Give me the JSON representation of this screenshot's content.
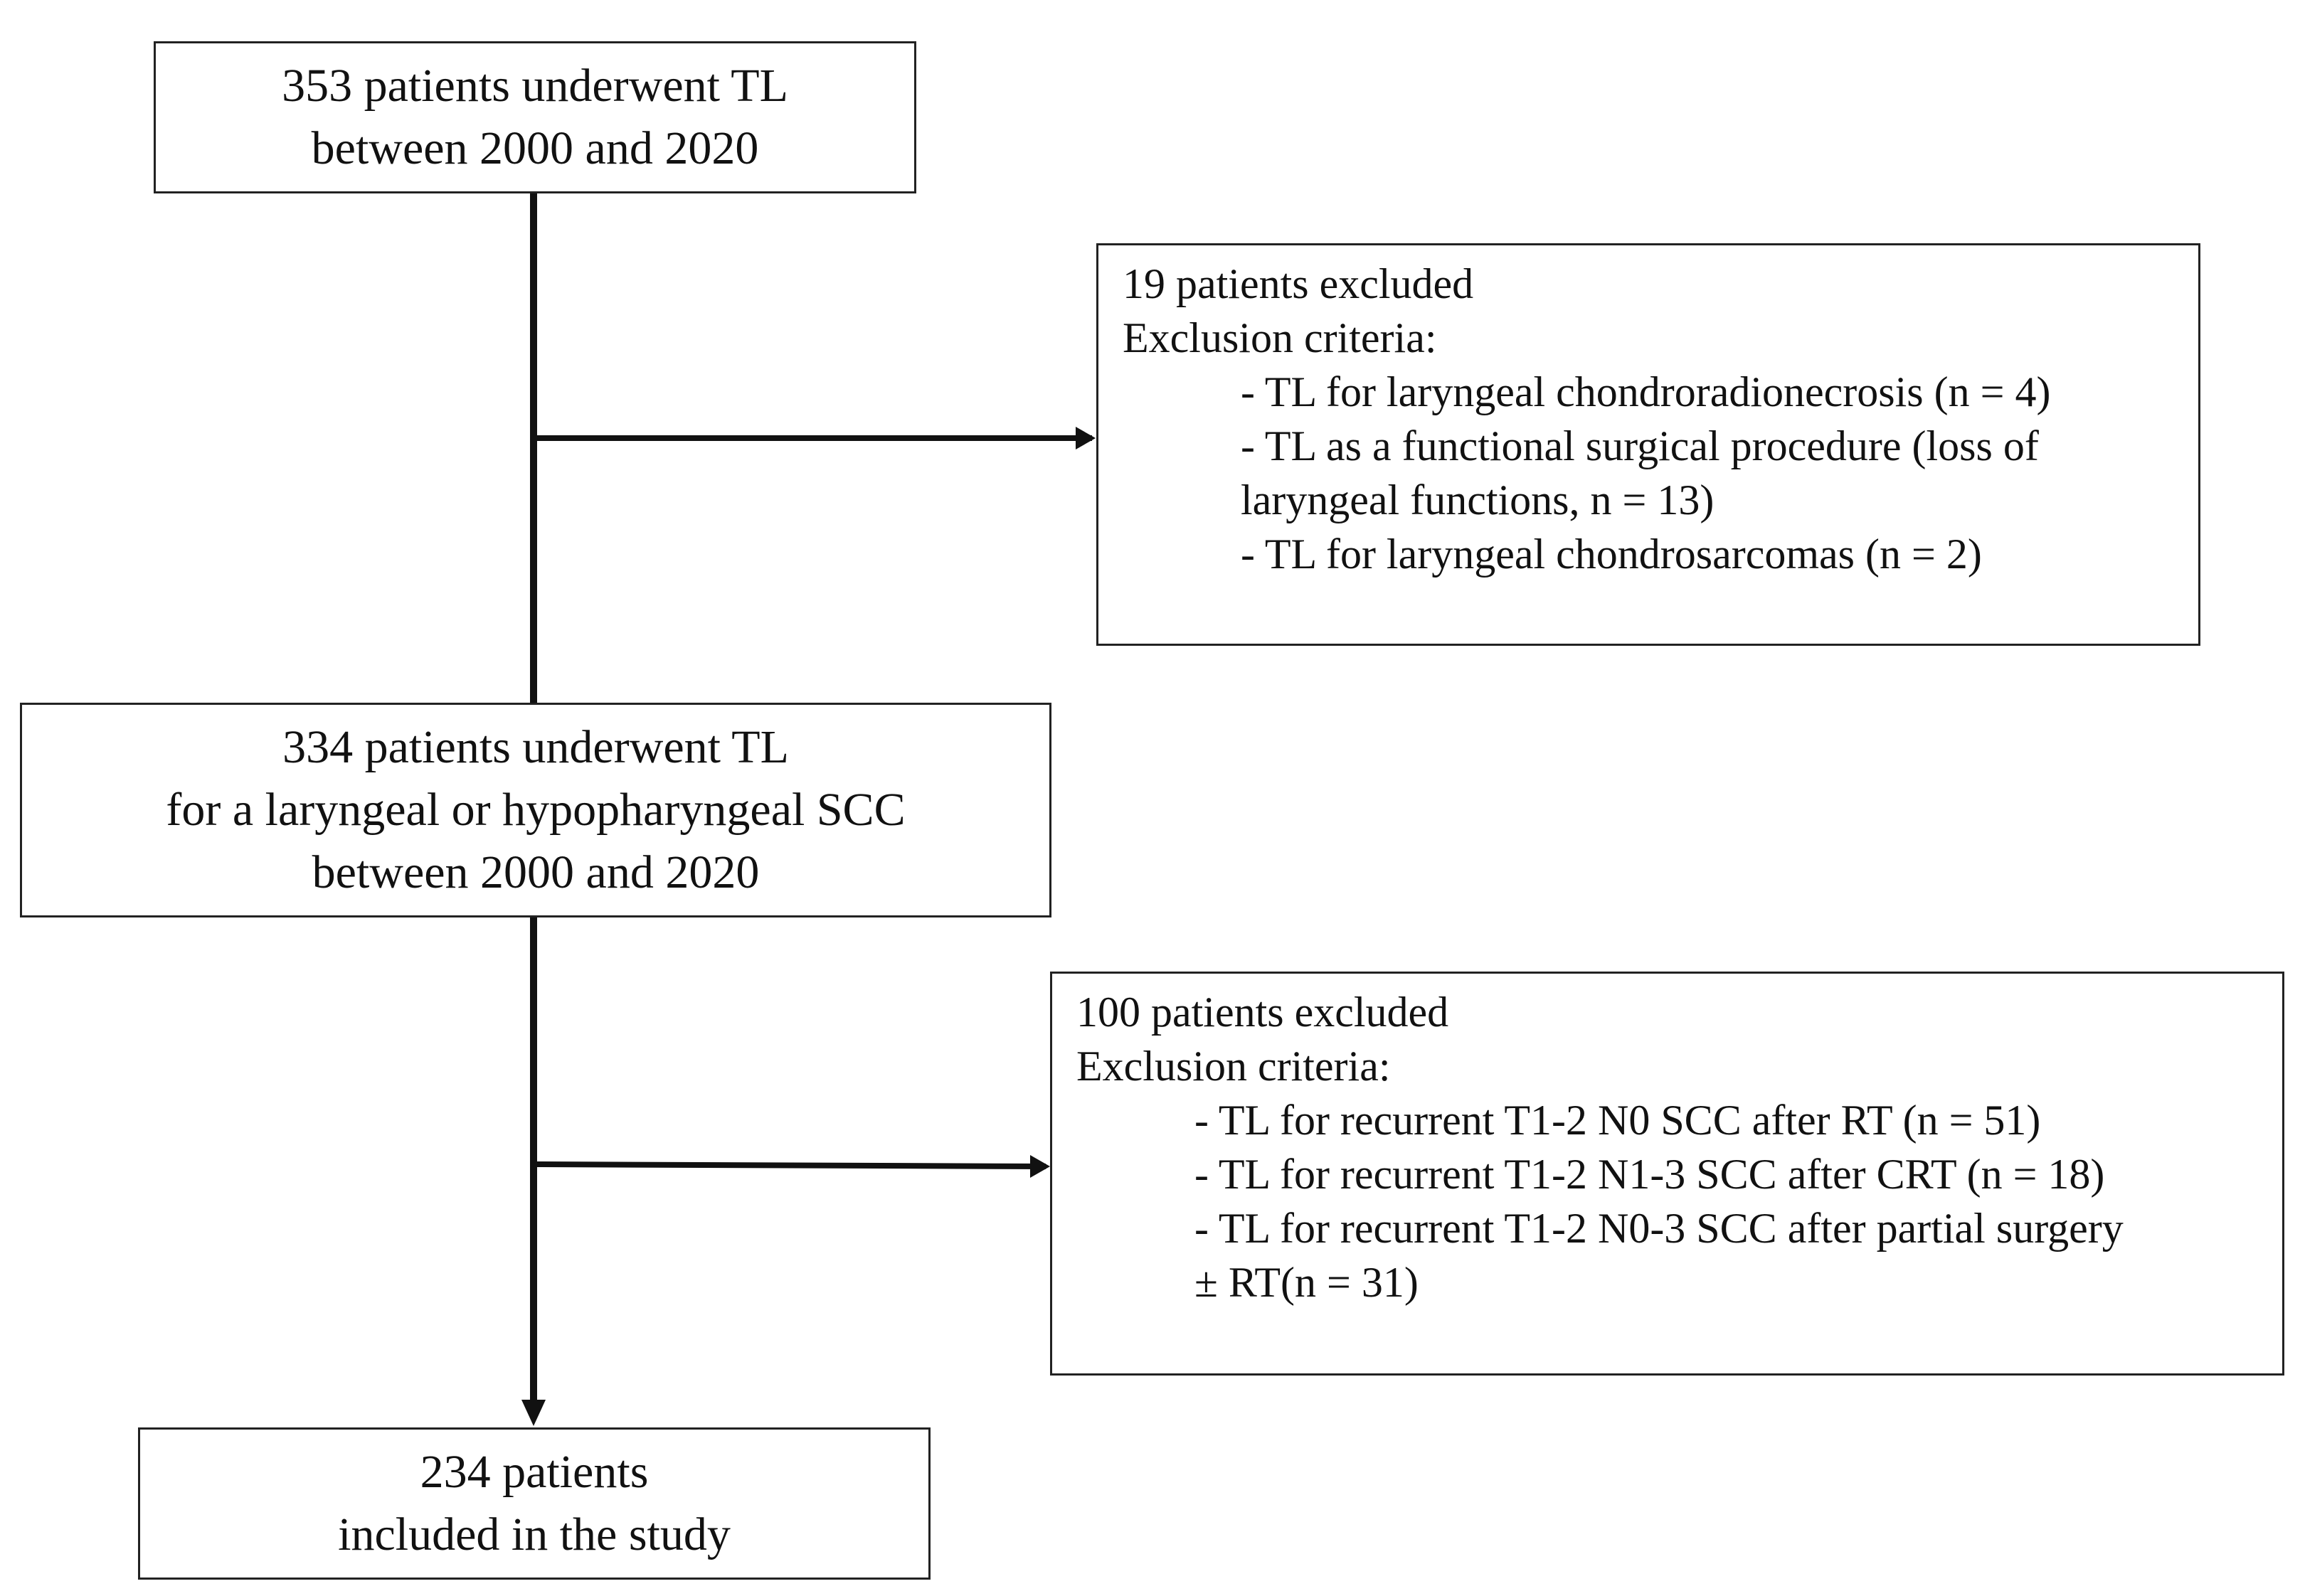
{
  "flowchart": {
    "step1": {
      "lines": [
        "353 patients underwent TL",
        "between 2000 and 2020"
      ]
    },
    "exclusion1": {
      "count": "19 patients excluded",
      "criteria_title": "Exclusion criteria:",
      "items": [
        "- TL for laryngeal chondroradionecrosis (n = 4)",
        "- TL as a functional surgical procedure (loss of",
        "laryngeal functions, n = 13)",
        "- TL for laryngeal chondrosarcomas (n = 2)"
      ]
    },
    "step2": {
      "lines": [
        "334 patients underwent TL",
        "for a laryngeal or hypopharyngeal SCC",
        "between 2000 and 2020"
      ]
    },
    "exclusion2": {
      "count": "100 patients excluded",
      "criteria_title": "Exclusion criteria:",
      "items": [
        "- TL for recurrent T1-2 N0 SCC after RT (n = 51)",
        "- TL for recurrent T1-2 N1-3 SCC after CRT (n = 18)",
        "- TL for recurrent T1-2 N0-3 SCC after partial surgery",
        "± RT(n = 31)"
      ]
    },
    "final": {
      "lines": [
        "234 patients",
        "included in the study"
      ]
    }
  }
}
